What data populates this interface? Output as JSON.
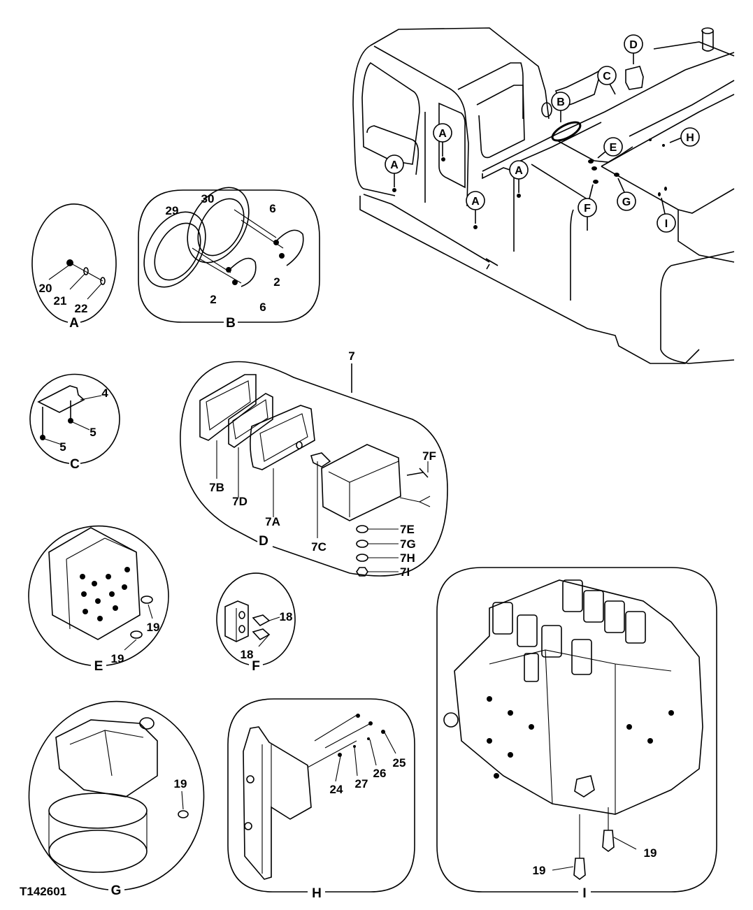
{
  "figure_id": "T142601",
  "machine_callouts": [
    "A",
    "A",
    "A",
    "A",
    "B",
    "C",
    "D",
    "E",
    "F",
    "G",
    "H",
    "I"
  ],
  "details": [
    {
      "id": "A",
      "parts": [
        "20",
        "21",
        "22"
      ]
    },
    {
      "id": "B",
      "parts": [
        "29",
        "30",
        "6",
        "6",
        "2",
        "2"
      ]
    },
    {
      "id": "C",
      "parts": [
        "4",
        "5",
        "5"
      ]
    },
    {
      "id": "D",
      "assembly": "7",
      "parts": [
        "7B",
        "7D",
        "7A",
        "7C",
        "7F",
        "7E",
        "7G",
        "7H",
        "7I"
      ]
    },
    {
      "id": "E",
      "parts": [
        "19",
        "19"
      ]
    },
    {
      "id": "F",
      "parts": [
        "18",
        "18"
      ]
    },
    {
      "id": "G",
      "parts": [
        "19"
      ]
    },
    {
      "id": "H",
      "parts": [
        "24",
        "27",
        "26",
        "25"
      ]
    },
    {
      "id": "I",
      "parts": [
        "19",
        "19"
      ]
    }
  ]
}
